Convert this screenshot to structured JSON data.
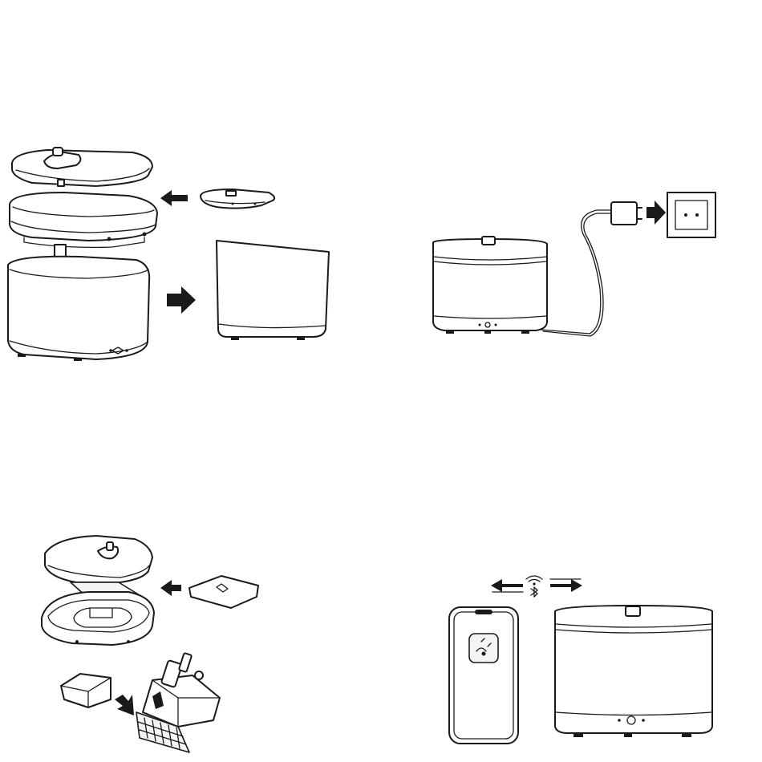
{
  "diagram": {
    "panels": [
      {
        "id": "disassembly",
        "step_arrows": [
          "left",
          "right"
        ]
      },
      {
        "id": "power-connection",
        "step_arrows": [
          "right"
        ]
      },
      {
        "id": "filter-and-pump",
        "step_arrows": [
          "left",
          "down-right"
        ]
      },
      {
        "id": "app-pairing",
        "connection_icons": [
          "wifi-icon",
          "bluetooth-icon"
        ],
        "step_arrows": [
          "left",
          "right"
        ]
      }
    ],
    "colors": {
      "line": "#1a1a1a",
      "background": "#ffffff",
      "fill": "#f4f4f4"
    }
  }
}
